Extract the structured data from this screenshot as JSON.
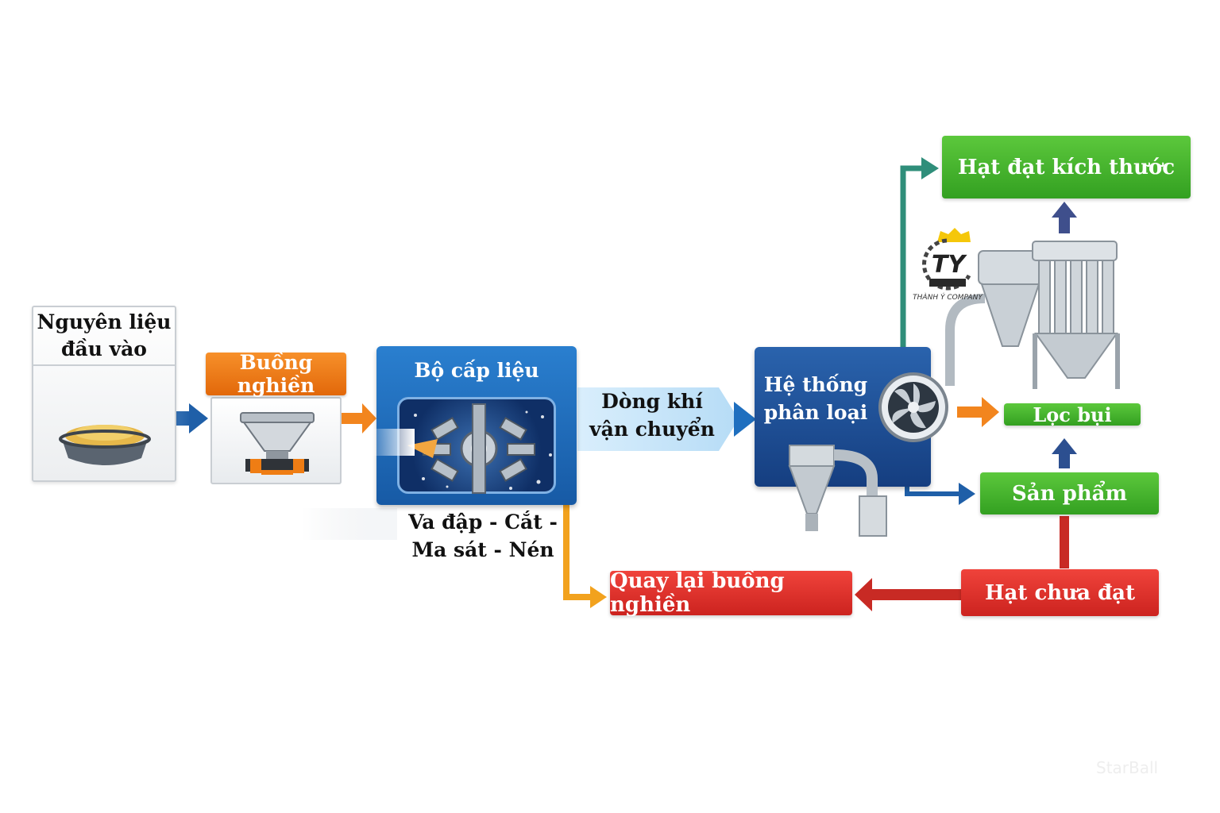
{
  "nodes": {
    "input": "Nguyên liệu đầu vào",
    "chamber": "Buồng nghiền",
    "feeder": "Bộ cấp liệu",
    "mechanism": "Va đập - Cắt - Ma sát - Nén",
    "air": "Dòng khí vận chuyển",
    "classifier": "Hệ thống phân loại",
    "good": "Hạt đạt kích thước",
    "dust": "Lọc bụi",
    "product": "Sản phẩm",
    "fail": "Hạt chưa đạt",
    "return": "Quay lại buồng nghiền"
  },
  "logo": {
    "mark": "TY",
    "text": "THÀNH Ý COMPANY"
  },
  "watermark": "StarBall",
  "colors": {
    "orange": "#f2851e",
    "blue": "#1f6fbf",
    "green": "#3aa626",
    "red": "#d92b25",
    "teal": "#2f8e7a"
  }
}
